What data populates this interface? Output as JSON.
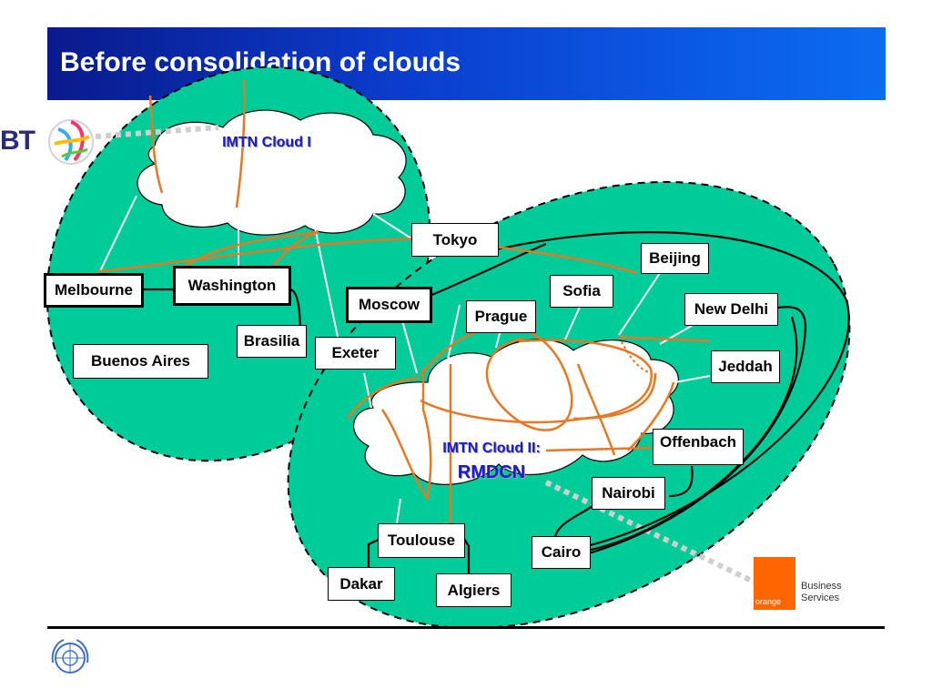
{
  "title": "Before consolidation of clouds",
  "clouds": {
    "cloud1": "IMTN Cloud I",
    "cloud2_line1": "IMTN Cloud  II:",
    "cloud2_line2": "RMDCN"
  },
  "nodes": {
    "tokyo": "Tokyo",
    "beijing": "Beijing",
    "melbourne": "Melbourne",
    "washington": "Washington",
    "sofia": "Sofia",
    "moscow": "Moscow",
    "prague": "Prague",
    "new_delhi": "New Delhi",
    "brasilia": "Brasilia",
    "exeter": "Exeter",
    "buenos_aires": "Buenos Aires",
    "jeddah": "Jeddah",
    "offenbach": "Offenbach",
    "nairobi": "Nairobi",
    "toulouse": "Toulouse",
    "cairo": "Cairo",
    "dakar": "Dakar",
    "algiers": "Algiers"
  },
  "logos": {
    "bt": "BT",
    "orange": "orange",
    "orange_business": "Business Services"
  },
  "colors": {
    "region_fill": "#00cc99",
    "orange_link": "#e87722",
    "title_bar": "#0b3fd0",
    "cloud_label": "#1a1ac8"
  }
}
